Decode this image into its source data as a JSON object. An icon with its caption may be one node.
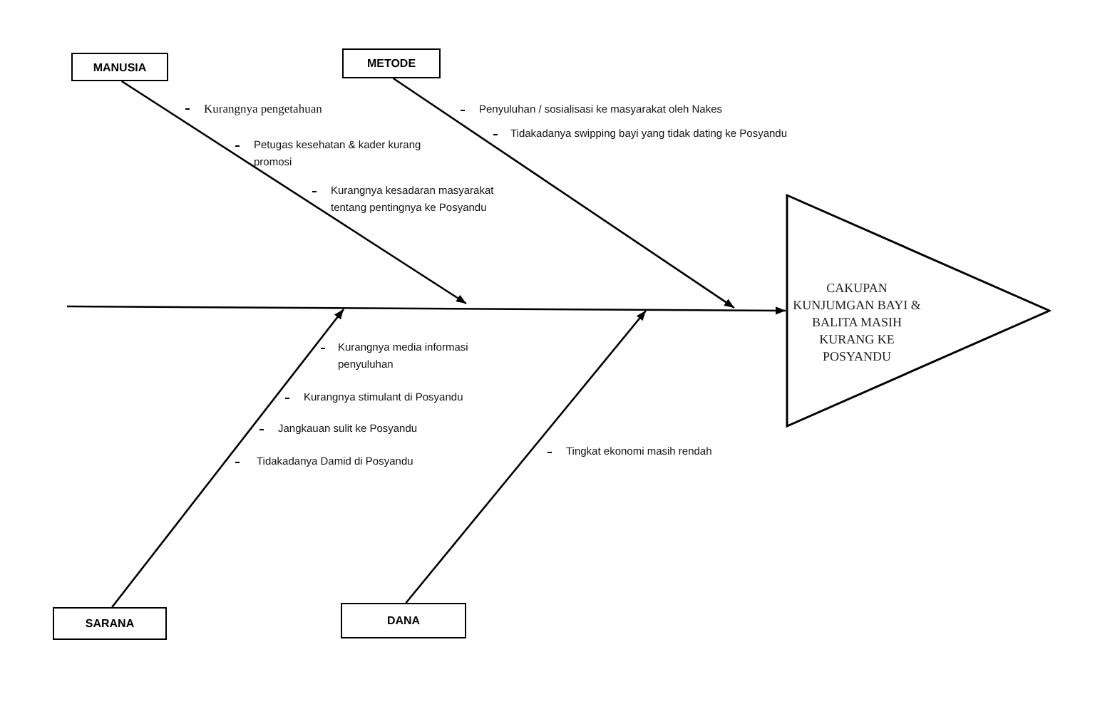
{
  "diagram": {
    "nodes": [
      {
        "text": [
          "MANUSIA"
        ]
      },
      {
        "text": [
          "METODE"
        ]
      },
      {
        "text": [
          "SARANA"
        ]
      },
      {
        "text": [
          "DANA"
        ]
      },
      {
        "text": [
          "CAKUPAN KUNJUMGAN BAYI & BALITA MASIH KURANG KE POSYANDU"
        ]
      }
    ],
    "edges": [
      {
        "from": 0,
        "to": null,
        "arrow": "to"
      },
      {
        "from": 1,
        "to": null,
        "arrow": "to"
      },
      {
        "from": 2,
        "to": null,
        "arrow": "to"
      },
      {
        "from": 3,
        "to": null,
        "arrow": "to"
      },
      {
        "from": null,
        "to": 4,
        "arrow": "to"
      }
    ],
    "labels": [
      "Kurangnya pengetahuan",
      "Penyuluhan / sosialisasi ke masyarakat oleh Nakes",
      "Tidakadanya swipping bayi yang tidak dating ke Posyandu",
      "Petugas kesehatan & kader kurang promosi",
      "Kurangnya kesadaran masyarakat tentang pentingnya ke Posyandu",
      "Kurangnya media informasi penyuluhan",
      "Kurangnya stimulant di Posyandu",
      "Jangkauan sulit ke Posyandu",
      "Tingkat ekonomi masih rendah",
      "Tidakadanya Damid di Posyandu"
    ]
  }
}
